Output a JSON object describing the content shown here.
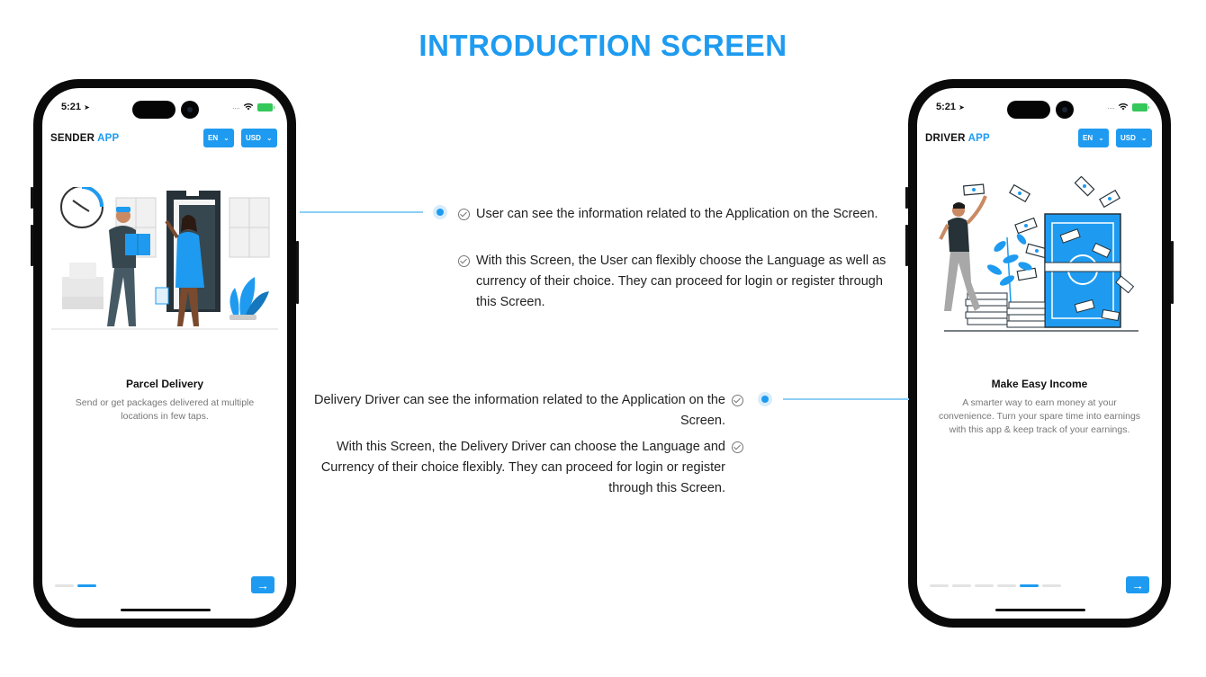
{
  "page": {
    "title": "INTRODUCTION SCREEN"
  },
  "sender_phone": {
    "time": "5:21",
    "brand": {
      "part1": "SENDER",
      "part2": "APP"
    },
    "language": "EN",
    "currency": "USD",
    "slide_title": "Parcel Delivery",
    "slide_desc": "Send or get packages delivered at multiple locations in few taps.",
    "page_indicator": {
      "total": 2,
      "active": 2
    }
  },
  "driver_phone": {
    "time": "5:21",
    "brand": {
      "part1": "DRIVER",
      "part2": "APP"
    },
    "language": "EN",
    "currency": "USD",
    "slide_title": "Make Easy Income",
    "slide_desc": "A smarter way to earn money at your convenience. Turn your spare time into earnings with this app & keep track of your earnings.",
    "page_indicator": {
      "total": 6,
      "active": 5
    }
  },
  "sender_notes": [
    "User can see the information related to the Application on the Screen.",
    "With this Screen, the User can flexibly choose the Language as well as currency of their choice. They can proceed for login or register through this Screen."
  ],
  "driver_notes": [
    "Delivery Driver can see the information related to the Application on the Screen.",
    "With this Screen, the Delivery Driver can choose the Language and Currency of their choice flexibly. They can proceed for login or register through this Screen."
  ],
  "colors": {
    "accent": "#1e9bf0",
    "connector": "#8ccff5",
    "frame": "#0a0a0a"
  },
  "icons": {
    "next": "arrow-right-icon",
    "check": "check-circle-icon",
    "dropdown": "chevron-down-icon"
  }
}
